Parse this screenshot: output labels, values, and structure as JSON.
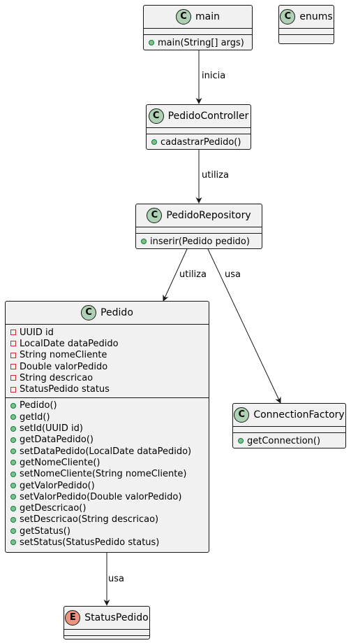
{
  "diagram": {
    "classes": [
      {
        "id": "main",
        "stereotype": "C",
        "name": "main",
        "fields": [],
        "methods": [
          "main(String[] args)"
        ]
      },
      {
        "id": "enums",
        "stereotype": "C",
        "name": "enums",
        "fields": [],
        "methods": []
      },
      {
        "id": "controller",
        "stereotype": "C",
        "name": "PedidoController",
        "fields": [],
        "methods": [
          "cadastrarPedido()"
        ]
      },
      {
        "id": "repository",
        "stereotype": "C",
        "name": "PedidoRepository",
        "fields": [],
        "methods": [
          "inserir(Pedido pedido)"
        ]
      },
      {
        "id": "pedido",
        "stereotype": "C",
        "name": "Pedido",
        "fields": [
          "UUID id",
          "LocalDate dataPedido",
          "String nomeCliente",
          "Double valorPedido",
          "String descricao",
          "StatusPedido status"
        ],
        "methods": [
          "Pedido()",
          "getId()",
          "setId(UUID id)",
          "getDataPedido()",
          "setDataPedido(LocalDate dataPedido)",
          "getNomeCliente()",
          "setNomeCliente(String nomeCliente)",
          "getValorPedido()",
          "setValorPedido(Double valorPedido)",
          "getDescricao()",
          "setDescricao(String descricao)",
          "getStatus()",
          "setStatus(StatusPedido status)"
        ]
      },
      {
        "id": "factory",
        "stereotype": "C",
        "name": "ConnectionFactory",
        "fields": [],
        "methods": [
          "getConnection()"
        ]
      },
      {
        "id": "status",
        "stereotype": "E",
        "name": "StatusPedido",
        "fields": [],
        "methods": []
      }
    ],
    "relations": [
      {
        "from": "main",
        "to": "controller",
        "label": "inicia"
      },
      {
        "from": "controller",
        "to": "repository",
        "label": "utiliza"
      },
      {
        "from": "repository",
        "to": "pedido",
        "label": "utiliza"
      },
      {
        "from": "repository",
        "to": "factory",
        "label": "usa"
      },
      {
        "from": "pedido",
        "to": "status",
        "label": "usa"
      }
    ]
  }
}
